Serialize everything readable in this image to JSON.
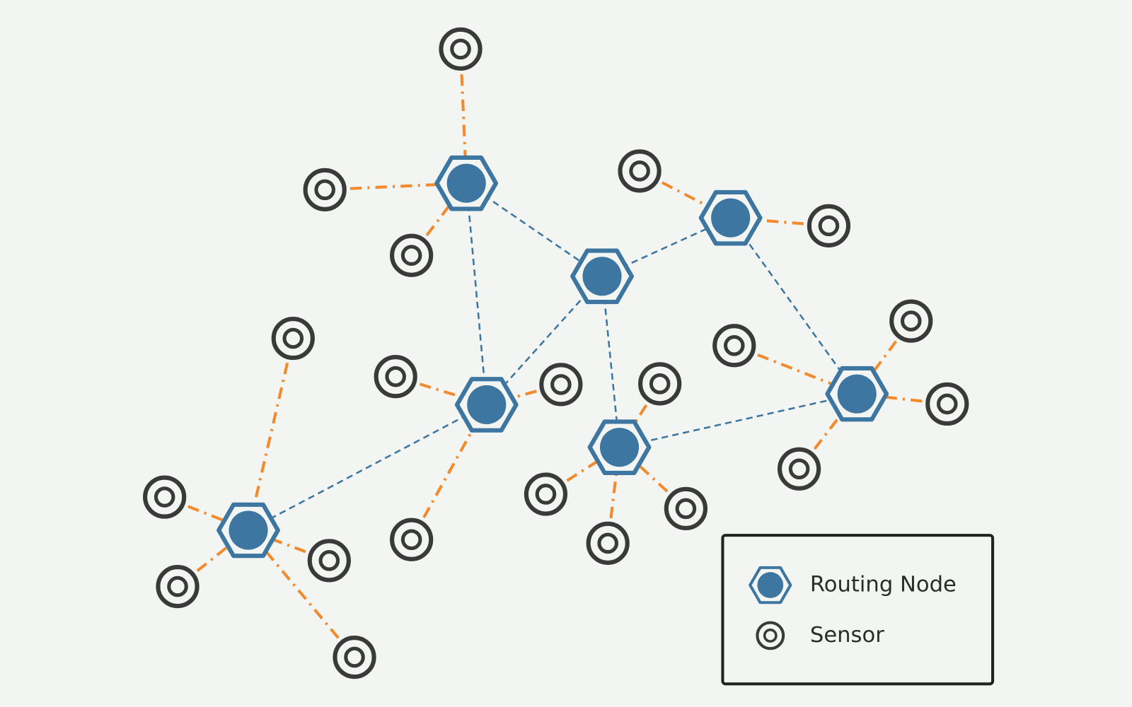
{
  "colors": {
    "background": "#f3f5f2",
    "router": "#3d76a0",
    "sensor": "#3a3a3a",
    "backbone_link": "#3d76a0",
    "sensor_link": "#f28a2e",
    "legend_border": "#222222"
  },
  "legend": {
    "routing_node_label": "Routing Node",
    "sensor_label": "Sensor"
  },
  "routers": [
    "R1",
    "R2",
    "R3",
    "R4",
    "R5",
    "R6",
    "R7"
  ],
  "backbone_links": [
    [
      "R1",
      "R3"
    ],
    [
      "R1",
      "R4"
    ],
    [
      "R3",
      "R2"
    ],
    [
      "R3",
      "R4"
    ],
    [
      "R3",
      "R5"
    ],
    [
      "R2",
      "R6"
    ],
    [
      "R5",
      "R6"
    ],
    [
      "R4",
      "R7"
    ]
  ],
  "sensors": [
    {
      "id": "S1",
      "router": "R1"
    },
    {
      "id": "S2",
      "router": "R1"
    },
    {
      "id": "S3",
      "router": "R1"
    },
    {
      "id": "S4",
      "router": "R2"
    },
    {
      "id": "S5",
      "router": "R2"
    },
    {
      "id": "S6",
      "router": "R4"
    },
    {
      "id": "S7",
      "router": "R4"
    },
    {
      "id": "S8",
      "router": "R4"
    },
    {
      "id": "S9",
      "router": "R5"
    },
    {
      "id": "S10",
      "router": "R5"
    },
    {
      "id": "S11",
      "router": "R5"
    },
    {
      "id": "S12",
      "router": "R5"
    },
    {
      "id": "S13",
      "router": "R6"
    },
    {
      "id": "S14",
      "router": "R6"
    },
    {
      "id": "S15",
      "router": "R6"
    },
    {
      "id": "S16",
      "router": "R6"
    },
    {
      "id": "S17",
      "router": "R7"
    },
    {
      "id": "S18",
      "router": "R7"
    },
    {
      "id": "S19",
      "router": "R7"
    },
    {
      "id": "S20",
      "router": "R7"
    },
    {
      "id": "S21",
      "router": "R7"
    }
  ]
}
